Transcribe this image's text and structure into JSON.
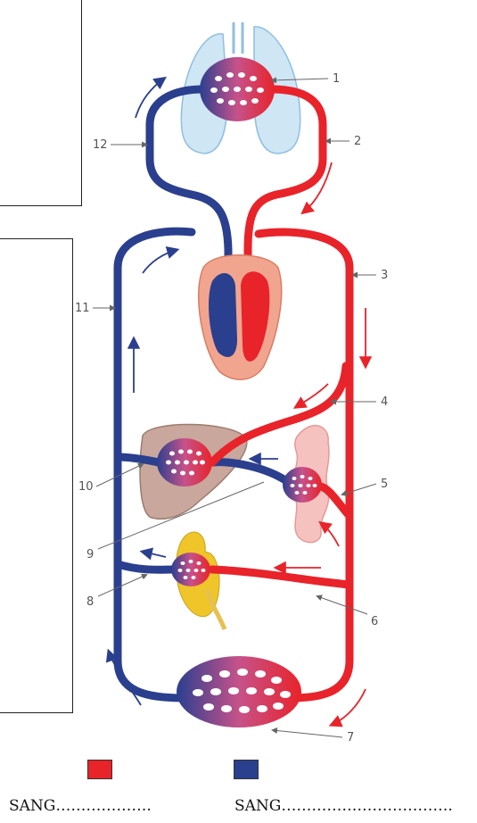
{
  "labels": [
    "1",
    "2",
    "3",
    "4",
    "5",
    "6",
    "7",
    "8",
    "9",
    "10",
    "11",
    "12"
  ],
  "legend": {
    "arterial_color": "#e8232a",
    "venous_color": "#2b3f8f",
    "fill_in_1": "SANG……………….",
    "fill_in_2": "SANG……………………………."
  }
}
